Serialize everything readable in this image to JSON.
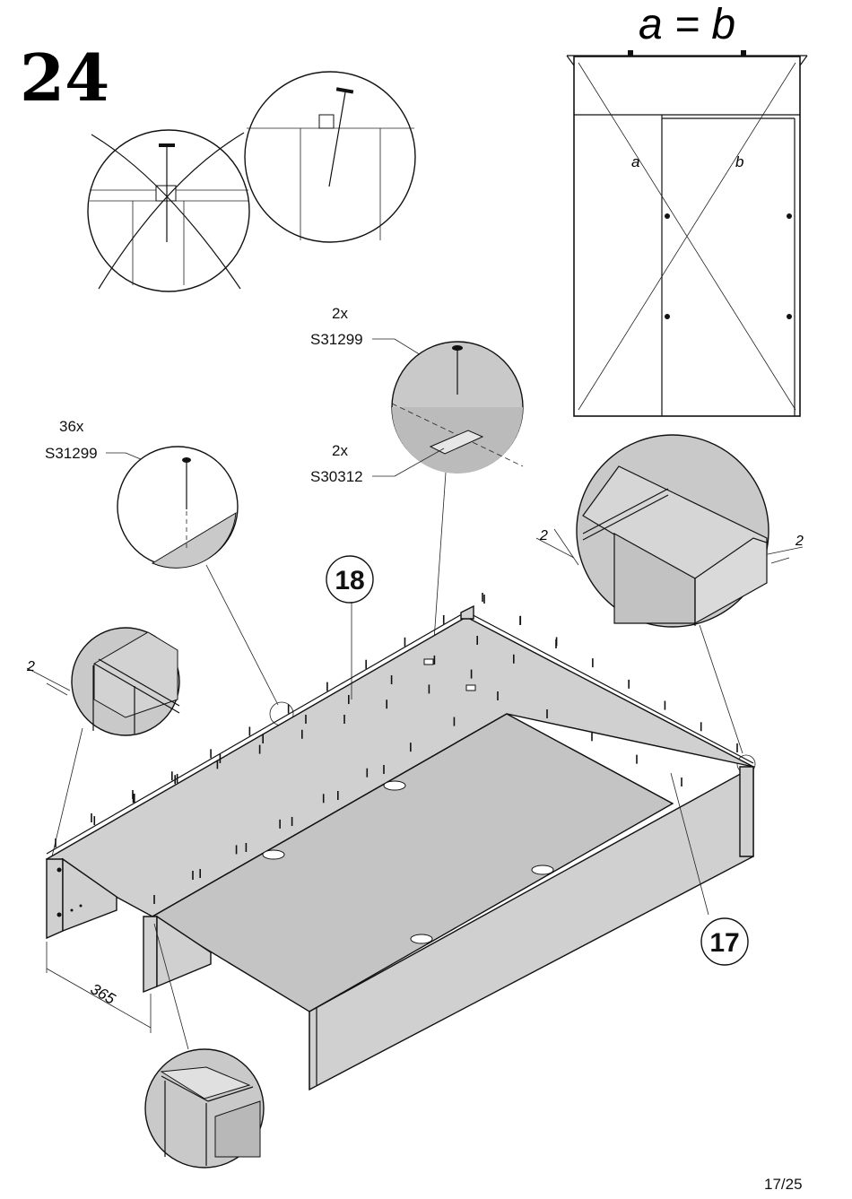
{
  "step_number": "24",
  "equation": "a = b",
  "diagonal_a": "a",
  "diagonal_b": "b",
  "callouts": {
    "nails_top_qty": "2x",
    "nails_top_code": "S31299",
    "plate_qty": "2x",
    "plate_code": "S30312",
    "nails_main_qty": "36x",
    "nails_main_code": "S31299"
  },
  "part_labels": {
    "top_panel": "18",
    "back_panel": "17"
  },
  "dimensions": {
    "gap_left": "2",
    "gap_right_a": "2",
    "gap_right_b": "2",
    "leg_offset": "365"
  },
  "page_number": "17/25"
}
